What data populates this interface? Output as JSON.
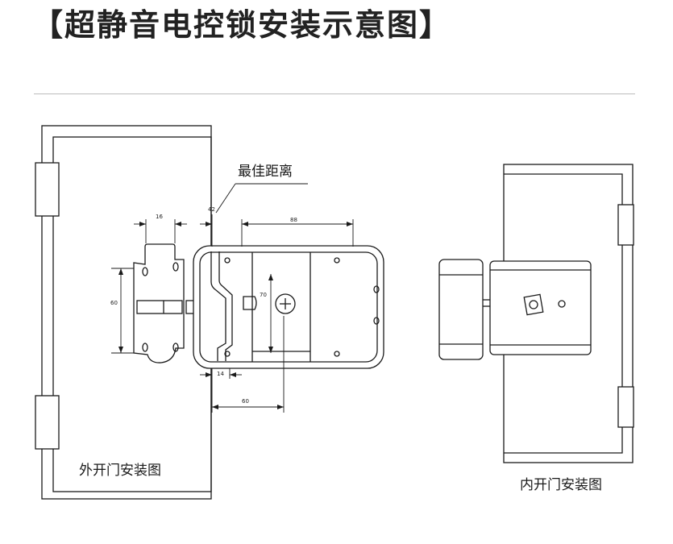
{
  "title": "【超静音电控锁安装示意图】",
  "labels": {
    "optimal_distance": "最佳距离",
    "outward_door": "外开门安装图",
    "inward_door": "内开门安装图"
  },
  "dimensions": {
    "d16": "16",
    "d42": "42",
    "d88": "88",
    "d60_left": "60",
    "d70": "70",
    "d14": "14",
    "d60_bottom": "60"
  },
  "colors": {
    "line": "#1a1a1a",
    "rule": "#bdbdbd"
  }
}
